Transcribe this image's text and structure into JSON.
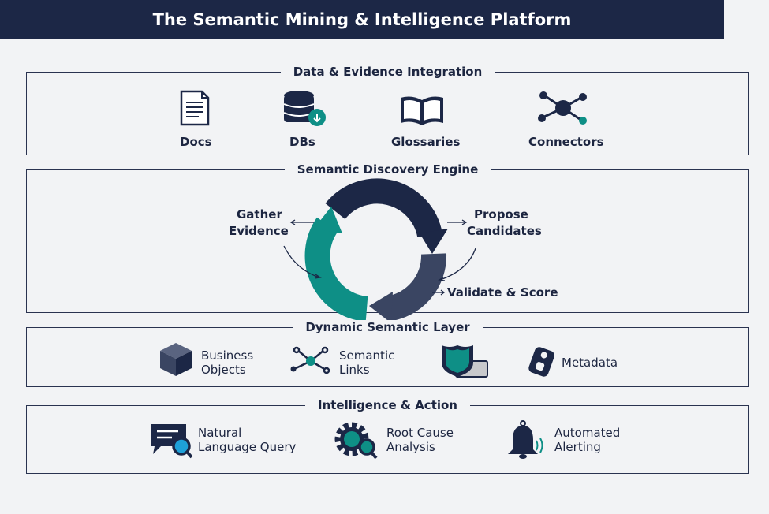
{
  "title": "The Semantic Mining & Intelligence Platform",
  "sections": {
    "integration": {
      "title": "Data & Evidence Integration",
      "items": [
        "Docs",
        "DBs",
        "Glossaries",
        "Connectors"
      ]
    },
    "discovery": {
      "title": "Semantic Discovery Engine",
      "steps": {
        "gather_1": "Gather",
        "gather_2": "Evidence",
        "propose_1": "Propose",
        "propose_2": "Candidates",
        "validate": "Validate & Score"
      }
    },
    "semantic_layer": {
      "title": "Dynamic Semantic Layer",
      "items": {
        "bo_1": "Business",
        "bo_2": "Objects",
        "sl_1": "Semantic",
        "sl_2": "Links",
        "meta": "Metadata"
      }
    },
    "action": {
      "title": "Intelligence & Action",
      "items": {
        "nlq_1": "Natural",
        "nlq_2": "Language Query",
        "rca_1": "Root Cause",
        "rca_2": "Analysis",
        "aa_1": "Automated",
        "aa_2": "Alerting"
      }
    }
  },
  "colors": {
    "navy": "#1c2746",
    "teal": "#0e8f86",
    "slate": "#3a4562",
    "background": "#f2f3f5"
  }
}
